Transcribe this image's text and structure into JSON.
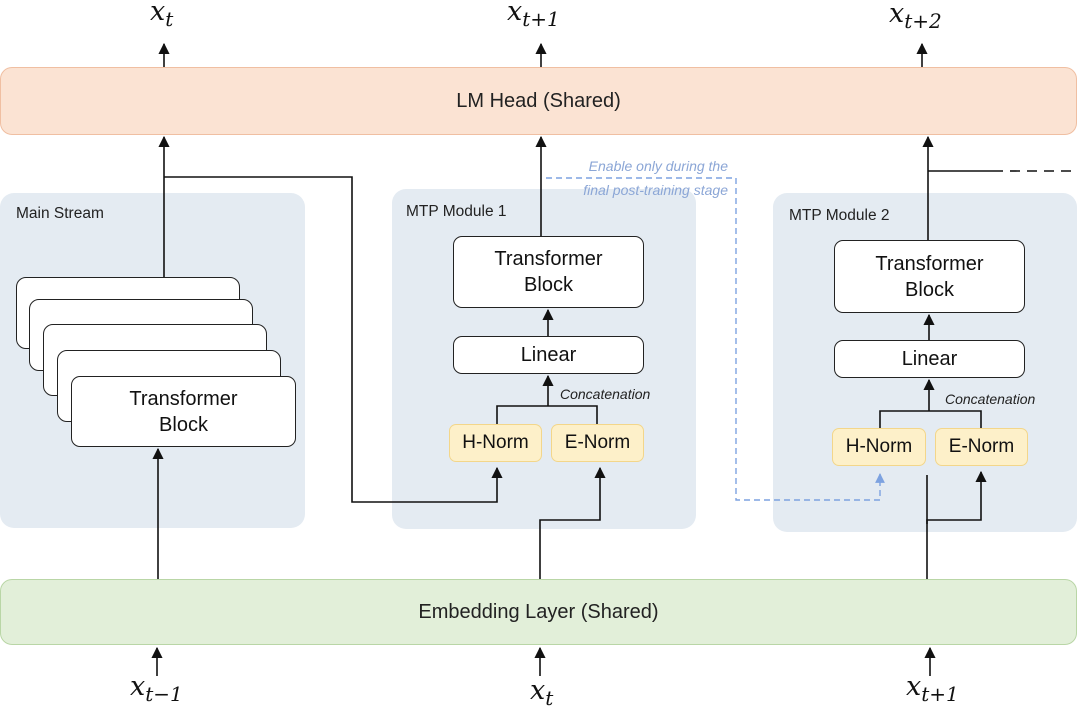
{
  "top_tokens": [
    {
      "base": "x",
      "sub": "t"
    },
    {
      "base": "x",
      "sub": "t+1"
    },
    {
      "base": "x",
      "sub": "t+2"
    }
  ],
  "bottom_tokens": [
    {
      "base": "x",
      "sub": "t−1"
    },
    {
      "base": "x",
      "sub": "t"
    },
    {
      "base": "x",
      "sub": "t+1"
    }
  ],
  "lm_head": "LM Head (Shared)",
  "embedding": "Embedding Layer (Shared)",
  "main_stream": {
    "title": "Main Stream",
    "block": "Transformer\nBlock"
  },
  "mtp1": {
    "title": "MTP Module 1",
    "block": "Transformer\nBlock",
    "linear": "Linear",
    "concat": "Concatenation",
    "h_norm": "H-Norm",
    "e_norm": "E-Norm"
  },
  "mtp2": {
    "title": "MTP Module 2",
    "block": "Transformer\nBlock",
    "linear": "Linear",
    "concat": "Concatenation",
    "h_norm": "H-Norm",
    "e_norm": "E-Norm"
  },
  "note": {
    "line1": "Enable only during the",
    "line2": "final post-training stage"
  },
  "colors": {
    "lm_head_fill": "#fbe3d3",
    "embedding_fill": "#e2efd9",
    "panel_fill": "#e4ebf2",
    "norm_fill": "#fdf0c9",
    "dashed_link": "#7da2e0"
  }
}
